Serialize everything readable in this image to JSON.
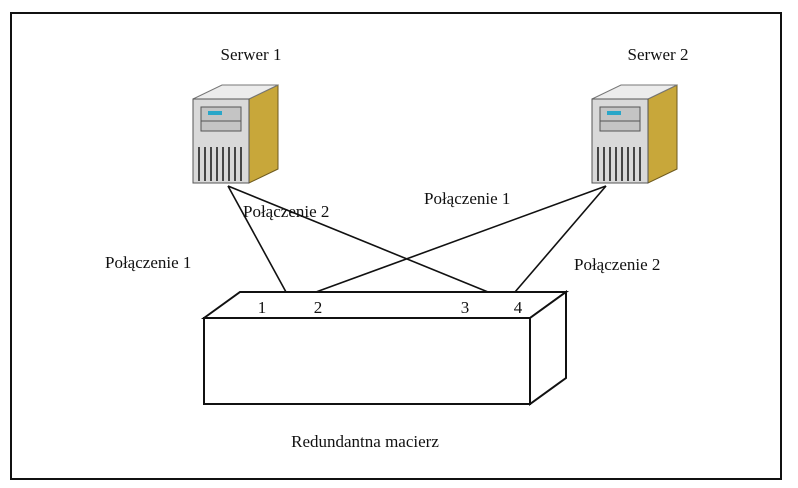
{
  "diagram": {
    "servers": [
      {
        "id": "serwer-1",
        "label": "Serwer 1"
      },
      {
        "id": "serwer-2",
        "label": "Serwer 2"
      }
    ],
    "connections": [
      {
        "id": "s1-c1",
        "label": "Połączenie 1"
      },
      {
        "id": "s1-c2",
        "label": "Połączenie 2"
      },
      {
        "id": "s2-c1",
        "label": "Połączenie 1"
      },
      {
        "id": "s2-c2",
        "label": "Połączenie 2"
      }
    ],
    "array": {
      "label": "Redundantna macierz",
      "ports": [
        "1",
        "2",
        "3",
        "4"
      ]
    },
    "colors": {
      "line": "#111111",
      "server_body": "#d9d9d9",
      "server_side": "#c8a73a",
      "server_screen": "#2aa6c8"
    }
  }
}
